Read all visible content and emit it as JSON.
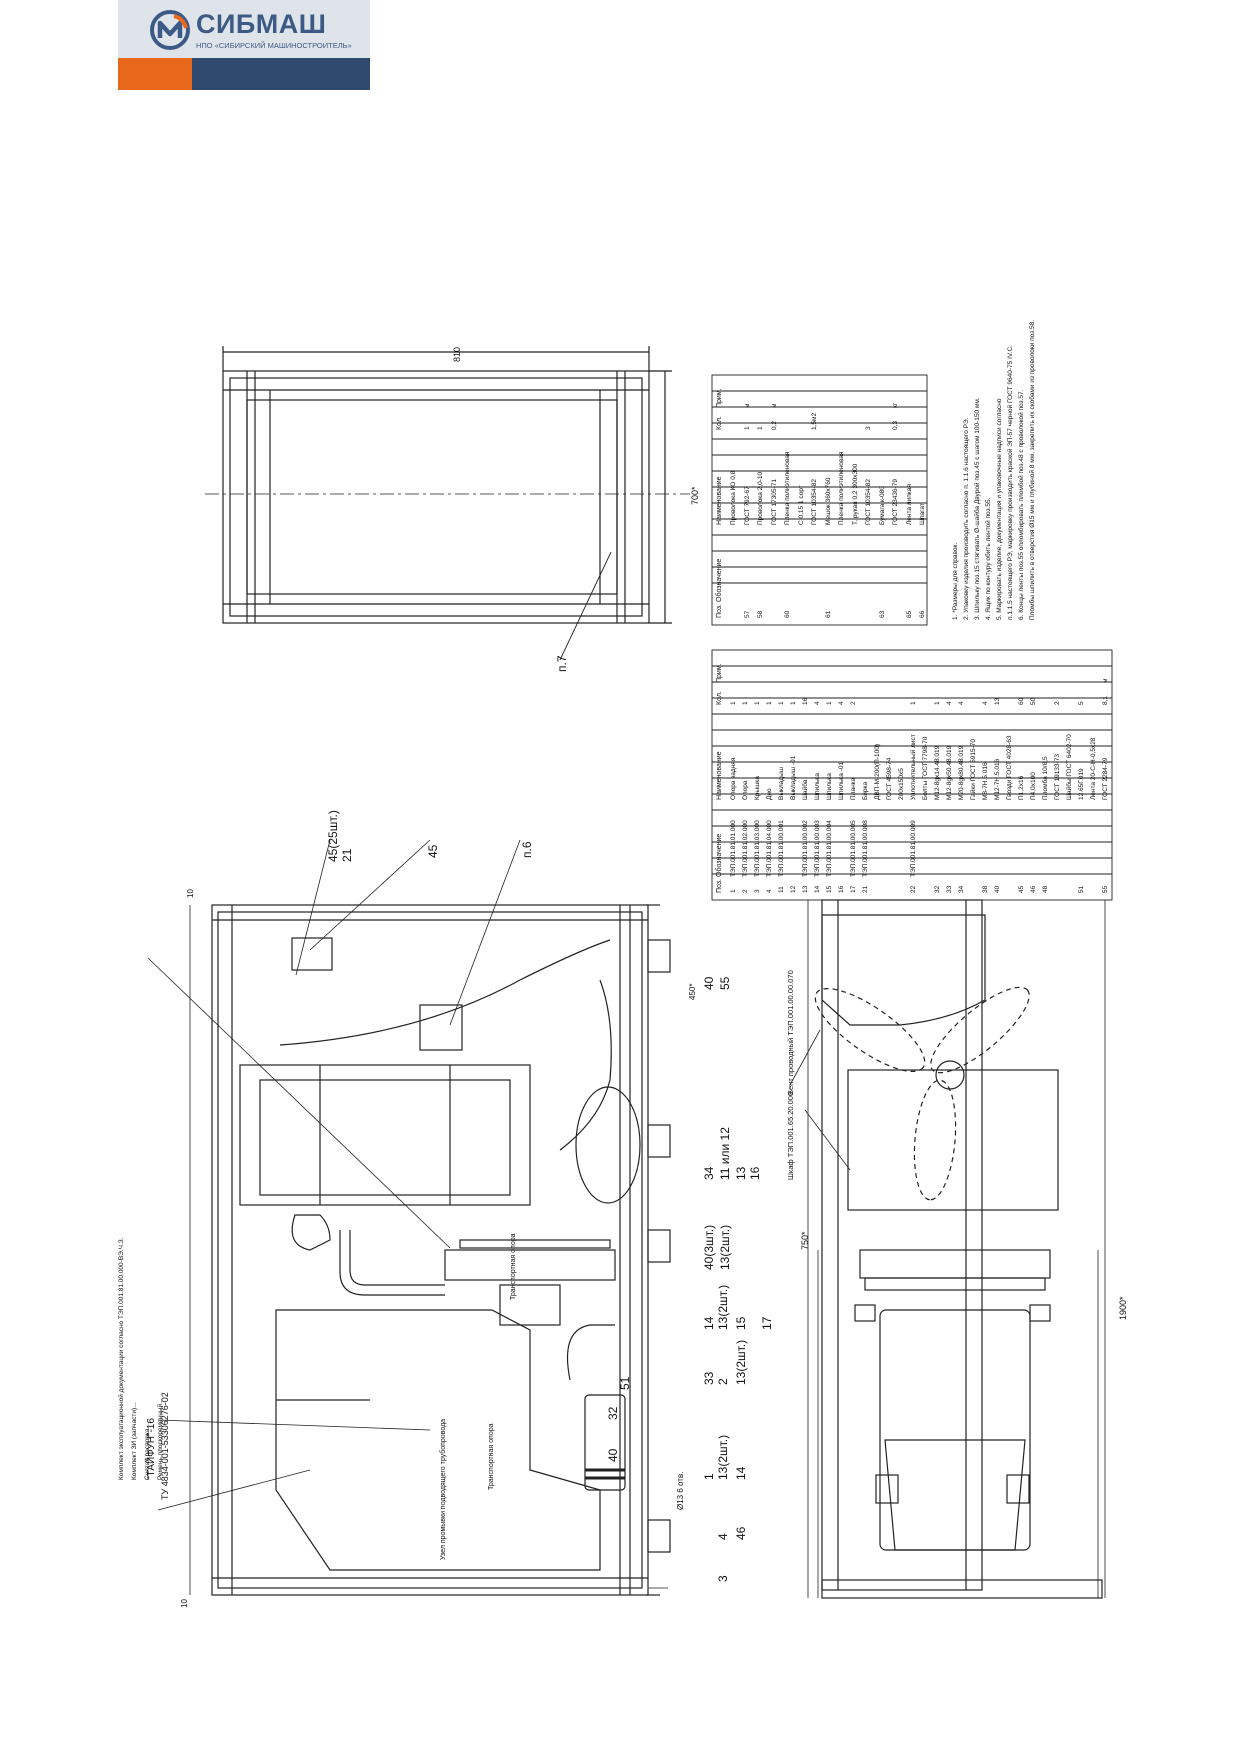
{
  "header": {
    "logo_name": "СИБМАШ",
    "logo_subtitle": "НПО «СИБИРСКИЙ МАШИНОСТРОИТЕЛЬ»",
    "colors": {
      "logo_bg": "#dfe4ea",
      "brand_blue": "#3d5a86",
      "orange": "#e8691b",
      "navy": "#2f4a6e"
    }
  },
  "drawing": {
    "product_code": "\"ТАЙФУН\"-16",
    "standard": "ТУ 4834-001-53306276-02",
    "dimensions": {
      "width": "1900*",
      "height": "750*",
      "top_frame": "810",
      "top_height": "700*",
      "offset": "10",
      "inner": "450*",
      "hole": "Ø13 6 отв."
    },
    "callouts": [
      "3",
      "4",
      "46",
      "1",
      "13(2шт.)",
      "14",
      "40",
      "32",
      "51",
      "33",
      "2",
      "13(2шт.)",
      "14",
      "13(2шт.)",
      "15",
      "17",
      "40(3шт.)",
      "13(2шт.)",
      "34",
      "11 или 12",
      "13",
      "16",
      "40",
      "55",
      "45(25шт.)",
      "21",
      "45",
      "п.6",
      "п.7",
      "46"
    ],
    "notes_left": [
      "Комплект эксплуатационной документации согласно ТЭП.001.81.00.000-ВЭ.Ч.З.",
      "Комплект ЗИ (запчасти)...",
      "Снятая распорка ...",
      "Ремень плоскоременный..."
    ],
    "labels": {
      "transport_support_1": "Транспортная опора",
      "transport_support_2": "Транспортная опора",
      "pipeline_node": "Узел промывки подводящего трубопровода",
      "shield": "Шкаф ТЭП.001.65.20.000",
      "fan_label": "Вент проводный ТЭП.001.00.00.070"
    }
  },
  "spec_table_1": {
    "headers": [
      "Поз.",
      "Обозначение",
      "Наименование",
      "Кол.",
      "Прим."
    ],
    "rows": [
      [
        "1",
        "ТЭП.001.81.01.000",
        "Опора задняя",
        "1",
        ""
      ],
      [
        "2",
        "ТЭП.001.81.02.000",
        "Опора",
        "1",
        ""
      ],
      [
        "3",
        "ТЭП.001.81.03.000",
        "Крышка",
        "1",
        ""
      ],
      [
        "4",
        "ТЭП.001.81.04.000",
        "Дно",
        "1",
        ""
      ],
      [
        "11",
        "ТЭП.001.81.00.001",
        "Выкладыш",
        "1",
        ""
      ],
      [
        "12",
        "",
        "Выкладыш -01",
        "1",
        ""
      ],
      [
        "13",
        "ТЭП.001.81.00.002",
        "Шайба",
        "16",
        ""
      ],
      [
        "14",
        "ТЭП.001.81.00.003",
        "Шпилька",
        "4",
        ""
      ],
      [
        "15",
        "ТЭП.001.81.00.004",
        "Шпилька",
        "1",
        ""
      ],
      [
        "16",
        "",
        "Шпилька -01",
        "4",
        ""
      ],
      [
        "17",
        "ТЭП.001.81.00.005",
        "Планка",
        "2",
        ""
      ],
      [
        "21",
        "ТЭП.001.81.00.008",
        "Бирка",
        "",
        ""
      ],
      [
        "",
        "",
        "ДВП-М-200(П-100)",
        "",
        ""
      ],
      [
        "",
        "",
        "ГОСТ 4598-74",
        "",
        ""
      ],
      [
        "",
        "",
        "200x150x5",
        "",
        ""
      ],
      [
        "22",
        "ТЭП.001.81.00.009",
        "Уплотнительный лист",
        "1",
        ""
      ],
      [
        "",
        "",
        "Болты ГОСТ 7798-70",
        "",
        ""
      ],
      [
        "32",
        "",
        "М12-8gx14.48.019",
        "1",
        ""
      ],
      [
        "33",
        "",
        "М12-8gx50.48.019",
        "4",
        ""
      ],
      [
        "34",
        "",
        "М20-8gx80.48.019",
        "4",
        ""
      ],
      [
        "",
        "",
        "Гайки ГОСТ 5915-70",
        "",
        ""
      ],
      [
        "38",
        "",
        "М8-7Н.5.016",
        "4",
        ""
      ],
      [
        "40",
        "",
        "М12-7Н.5.016",
        "13",
        ""
      ],
      [
        "",
        "",
        "Гвозди ГОСТ 4028-63",
        "",
        ""
      ],
      [
        "45",
        "",
        "П1,2x16",
        "60",
        ""
      ],
      [
        "46",
        "",
        "П4,0x100",
        "50",
        ""
      ],
      [
        "48",
        "",
        "Пломба 10/6,5",
        "",
        ""
      ],
      [
        "",
        "",
        "ГОСТ 19133-73",
        "2",
        ""
      ],
      [
        "",
        "",
        "Шайбы ГОСТ 6402-70",
        "",
        ""
      ],
      [
        "51",
        "",
        "12.65Г.019",
        "5",
        ""
      ],
      [
        "",
        "",
        "Лента 20-С-Н-0,5x28",
        "",
        ""
      ],
      [
        "55",
        "",
        "ГОСТ 2284-79",
        "8,1",
        "м"
      ]
    ]
  },
  "spec_table_2": {
    "headers": [
      "Поз.",
      "Обозначение",
      "Наименование",
      "Кол.",
      "Прим."
    ],
    "rows": [
      [
        "",
        "",
        "Проволока КО 0,8",
        "",
        ""
      ],
      [
        "57",
        "",
        "ГОСТ 792-67",
        "1",
        "м"
      ],
      [
        "58",
        "",
        "Проволока 2,0-10",
        "1",
        ""
      ],
      [
        "",
        "",
        "ГОСТ 17305-71",
        "0,2",
        "м"
      ],
      [
        "60",
        "",
        "Пленка полиэтиленовая",
        "",
        ""
      ],
      [
        "",
        "",
        "С 0,15 1 сорт",
        "",
        ""
      ],
      [
        "",
        "",
        "ГОСТ 10354-82",
        "1,5м2",
        ""
      ],
      [
        "61",
        "",
        "Мешок 360x760",
        "",
        ""
      ],
      [
        "",
        "",
        "Пленка полиэтиленовая",
        "",
        ""
      ],
      [
        "",
        "",
        "Т, рукав 0,2 300x300",
        "",
        ""
      ],
      [
        "",
        "",
        "ГОСТ 10354-82",
        "3",
        ""
      ],
      [
        "63",
        "",
        "Бумага к-080",
        "",
        ""
      ],
      [
        "",
        "",
        "ГОСТ 23436-79",
        "0,3",
        "кг"
      ],
      [
        "65",
        "",
        "Лента липкая",
        "",
        ""
      ],
      [
        "66",
        "",
        "Шпагат",
        "",
        ""
      ]
    ]
  },
  "tech_notes": [
    "1. *Размеры для справок.",
    "2. Упаковку изделия производить согласно п. 1.1.6 настоящего РЭ.",
    "3. Шпильку поз.15 стягивать Ø-шайба Двурой поз.45 с шагом 100-150 мм.",
    "4. Ящик по контуру обить лентой поз.55.",
    "5. Маркировать изделие, документация и упаковочные надписи согласно",
    "п.1.1.5 настоящего РЭ, маркировку производить краской ЭП-57 черной ГОСТ 9640-75 IV.С.",
    "6. Концы ленты поз.55 опломбировать пломбой поз.48 с проволокой поз.57.",
    "Пломбы шпилить в отверстия Ø15 мм и глубиной 8 мм, закрепить их скобами из проволоки поз.58."
  ]
}
